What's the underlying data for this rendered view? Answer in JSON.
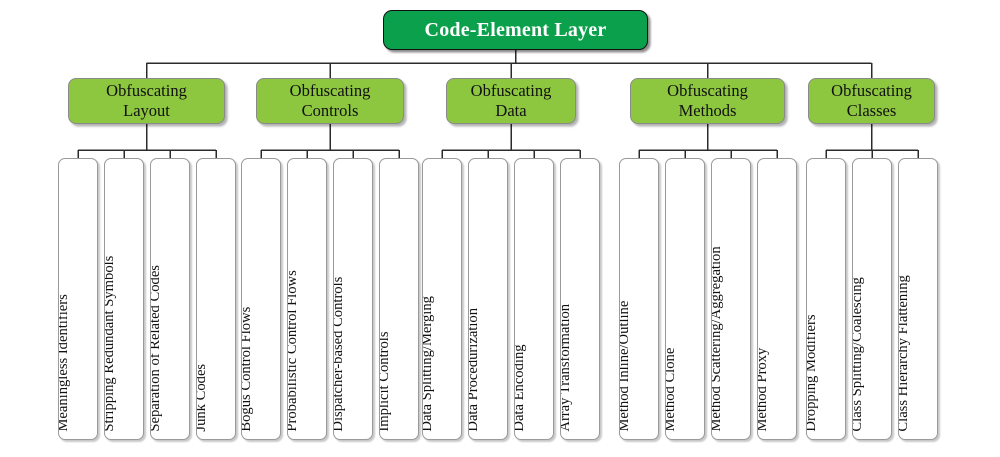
{
  "diagram": {
    "title": "Code-Element Layer",
    "type": "hierarchy-tree",
    "colors": {
      "root_fill": "#0BA04B",
      "root_text": "#FFFFFF",
      "root_border": "#111111",
      "category_fill": "#8DC63F",
      "category_text": "#111111",
      "category_border": "#8A8A8A",
      "leaf_fill": "#FFFFFF",
      "leaf_text": "#111111",
      "leaf_border": "#9A9A9A",
      "connector": "#2B2B2B",
      "background": "#FFFFFF"
    },
    "root": {
      "label": "Code-Element Layer"
    },
    "categories": [
      {
        "line1": "Obfuscating",
        "line2": "Layout",
        "leaves": [
          "Meaningless Identifiers",
          "Stripping Redundant Symbols",
          "Separation of Related Codes",
          "Junk Codes"
        ]
      },
      {
        "line1": "Obfuscating",
        "line2": "Controls",
        "leaves": [
          "Bogus Control Flows",
          "Probabilistic Control Flows",
          "Dispatcher-based Controls",
          "Implicit Controls"
        ]
      },
      {
        "line1": "Obfuscating",
        "line2": "Data",
        "leaves": [
          "Data Splitting/Merging",
          "Data Procedurization",
          "Data Encoding",
          "Array Transformation"
        ]
      },
      {
        "line1": "Obfuscating",
        "line2": "Methods",
        "leaves": [
          "Method Inline/Outline",
          "Method Clone",
          "Method Scattering/Aggregation",
          "Method Proxy"
        ]
      },
      {
        "line1": "Obfuscating",
        "line2": "Classes",
        "leaves": [
          "Dropping Modifiers",
          "Class Splitting/Coalescing",
          "Class Hierarchy Flattening"
        ]
      }
    ]
  }
}
